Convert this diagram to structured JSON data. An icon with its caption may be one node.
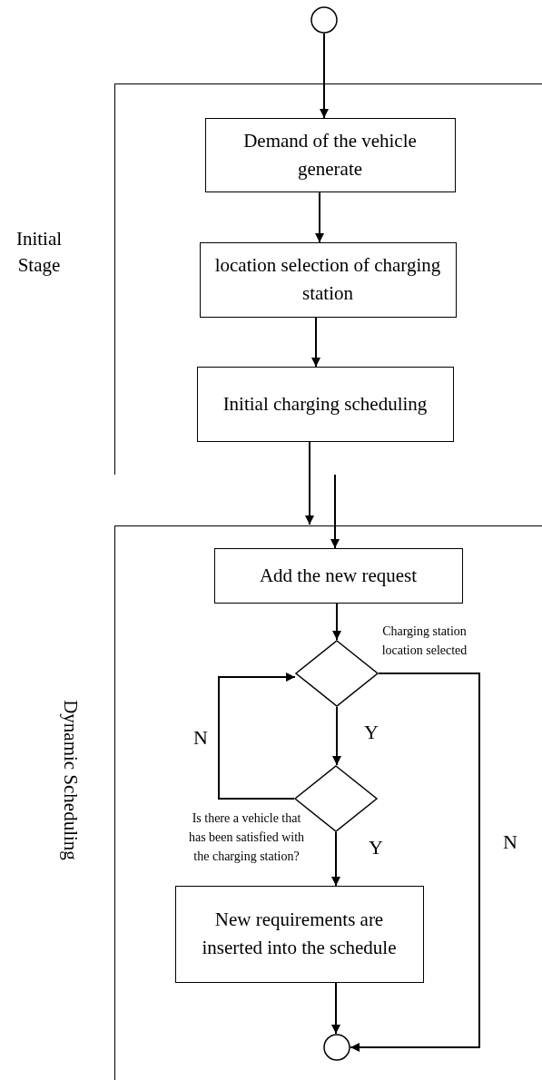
{
  "diagram": {
    "nodes": [
      {
        "text": [],
        "shape": "circle"
      },
      {
        "text": [
          "Initial Stage"
        ]
      },
      {
        "text": [
          "Demand of the vehicle generate"
        ],
        "in": 1
      },
      {
        "text": [
          "location selection of charging station"
        ],
        "in": 1
      },
      {
        "text": [
          "Initial charging scheduling"
        ],
        "in": 1
      },
      {
        "text": [
          "Dynamic Scheduling"
        ]
      },
      {
        "text": [
          "Add the new request"
        ],
        "in": 5
      },
      {
        "text": [],
        "shape": "diamond",
        "beside": [
          "Charging station location selected"
        ],
        "in": 5
      },
      {
        "text": [],
        "shape": "diamond",
        "beside": [
          "Is there a vehicle that has been satisfied with the charging station?"
        ],
        "in": 5
      },
      {
        "text": [
          "New requirements are inserted into the schedule"
        ],
        "in": 5
      },
      {
        "text": [],
        "shape": "circle",
        "in": 5
      }
    ],
    "edges": [
      {
        "from": 0,
        "to": 2,
        "arrow": "to"
      },
      {
        "from": 2,
        "to": 3,
        "arrow": "to"
      },
      {
        "from": 3,
        "to": 4,
        "arrow": "to"
      },
      {
        "from": 4,
        "to": 5,
        "arrow": "to"
      },
      {
        "from": 1,
        "to": 6,
        "arrow": "to"
      },
      {
        "from": 6,
        "to": 7,
        "arrow": "to"
      },
      {
        "from": 7,
        "to": 8,
        "arrow": "to",
        "label": "Y"
      },
      {
        "from": 8,
        "to": 9,
        "arrow": "to",
        "label": "Y"
      },
      {
        "from": 9,
        "to": 10,
        "arrow": "to"
      },
      {
        "from": 7,
        "to": 10,
        "arrow": "to",
        "label": "N"
      },
      {
        "from": 8,
        "to": 7,
        "arrow": "to",
        "label": "N"
      }
    ]
  }
}
